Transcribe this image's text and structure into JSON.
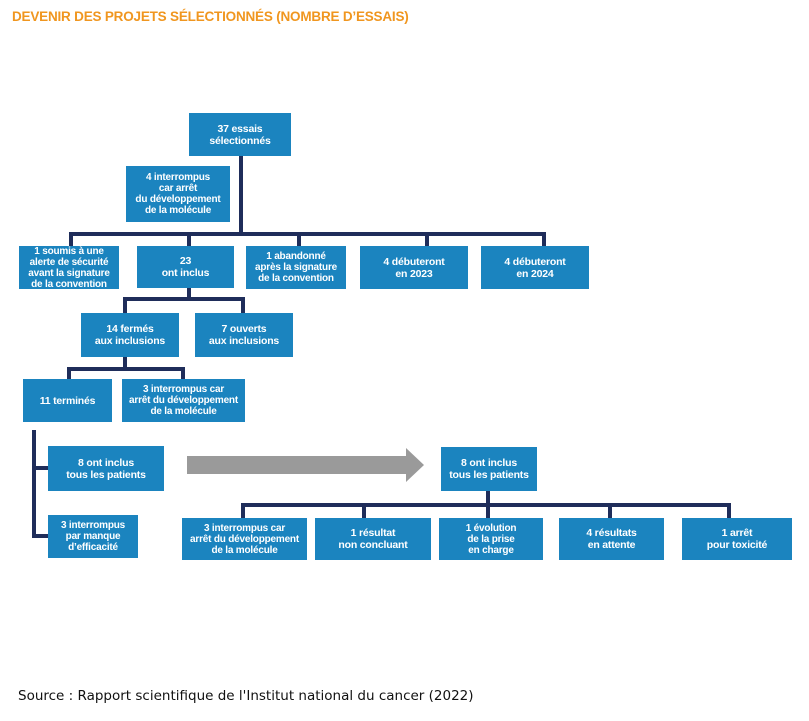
{
  "title": "DEVENIR DES PROJETS SÉLECTIONNÉS (NOMBRE D’ESSAIS)",
  "nodes": {
    "selected": "37 essais\nsélectionnés",
    "stopped_dev": "4 interrompus\ncar arrêt\ndu développement\nde la molécule",
    "safety_alert": "1 soumis à une\nalerte de sécurité\navant la signature\nde la convention",
    "included": "23\nont inclus",
    "abandoned": "1 abandonné\naprès la signature\nde la convention",
    "start_2023": "4 débuteront\nen 2023",
    "start_2024": "4 débuteront\nen 2024",
    "closed": "14 fermés\naux inclusions",
    "open": "7 ouverts\naux inclusions",
    "finished": "11 terminés",
    "stopped_dev_3": "3  interrompus car\narrêt du développement\nde la molécule",
    "all_patients": "8 ont inclus\ntous les patients",
    "stopped_efficacy": "3 interrompus\npar manque\nd’efficacité",
    "all_patients_2": "8 ont inclus\ntous les patients",
    "out_stopped_dev": "3 interrompus car\narrêt du développement\nde la molécule",
    "out_inconclusive": "1 résultat\nnon concluant",
    "out_care": "1 évolution\nde la prise\nen charge",
    "out_pending": "4 résultats\nen attente",
    "out_toxicity": "1 arrêt\npour toxicité"
  },
  "colors": {
    "box": "#1b84bf",
    "connector": "#1f2d5a",
    "title": "#f0961f",
    "arrow": "#9a9a9a"
  },
  "source": "Source : Rapport scientifique de l'Institut national du cancer (2022)"
}
